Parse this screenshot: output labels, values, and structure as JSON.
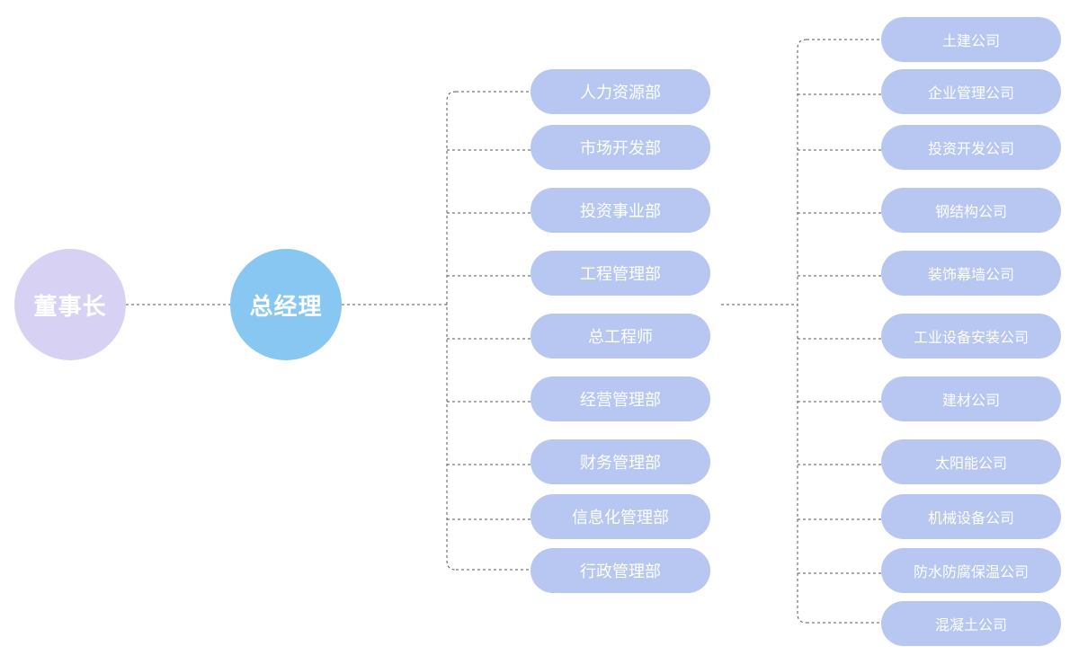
{
  "chairman": "董事长",
  "general_manager": "总经理",
  "departments": [
    "人力资源部",
    "市场开发部",
    "投资事业部",
    "工程管理部",
    "总工程师",
    "经营管理部",
    "财务管理部",
    "信息化管理部",
    "行政管理部"
  ],
  "companies": [
    "土建公司",
    "企业管理公司",
    "投资开发公司",
    "钢结构公司",
    "装饰幕墙公司",
    "工业设备安装公司",
    "建材公司",
    "太阳能公司",
    "机械设备公司",
    "防水防腐保温公司",
    "混凝土公司"
  ],
  "colors": {
    "chairman_circle": "#d7d2f3",
    "gm_circle": "#87c7f1",
    "pill": "#b7c7f1",
    "connector": "#555555",
    "text": "#ffffff"
  }
}
